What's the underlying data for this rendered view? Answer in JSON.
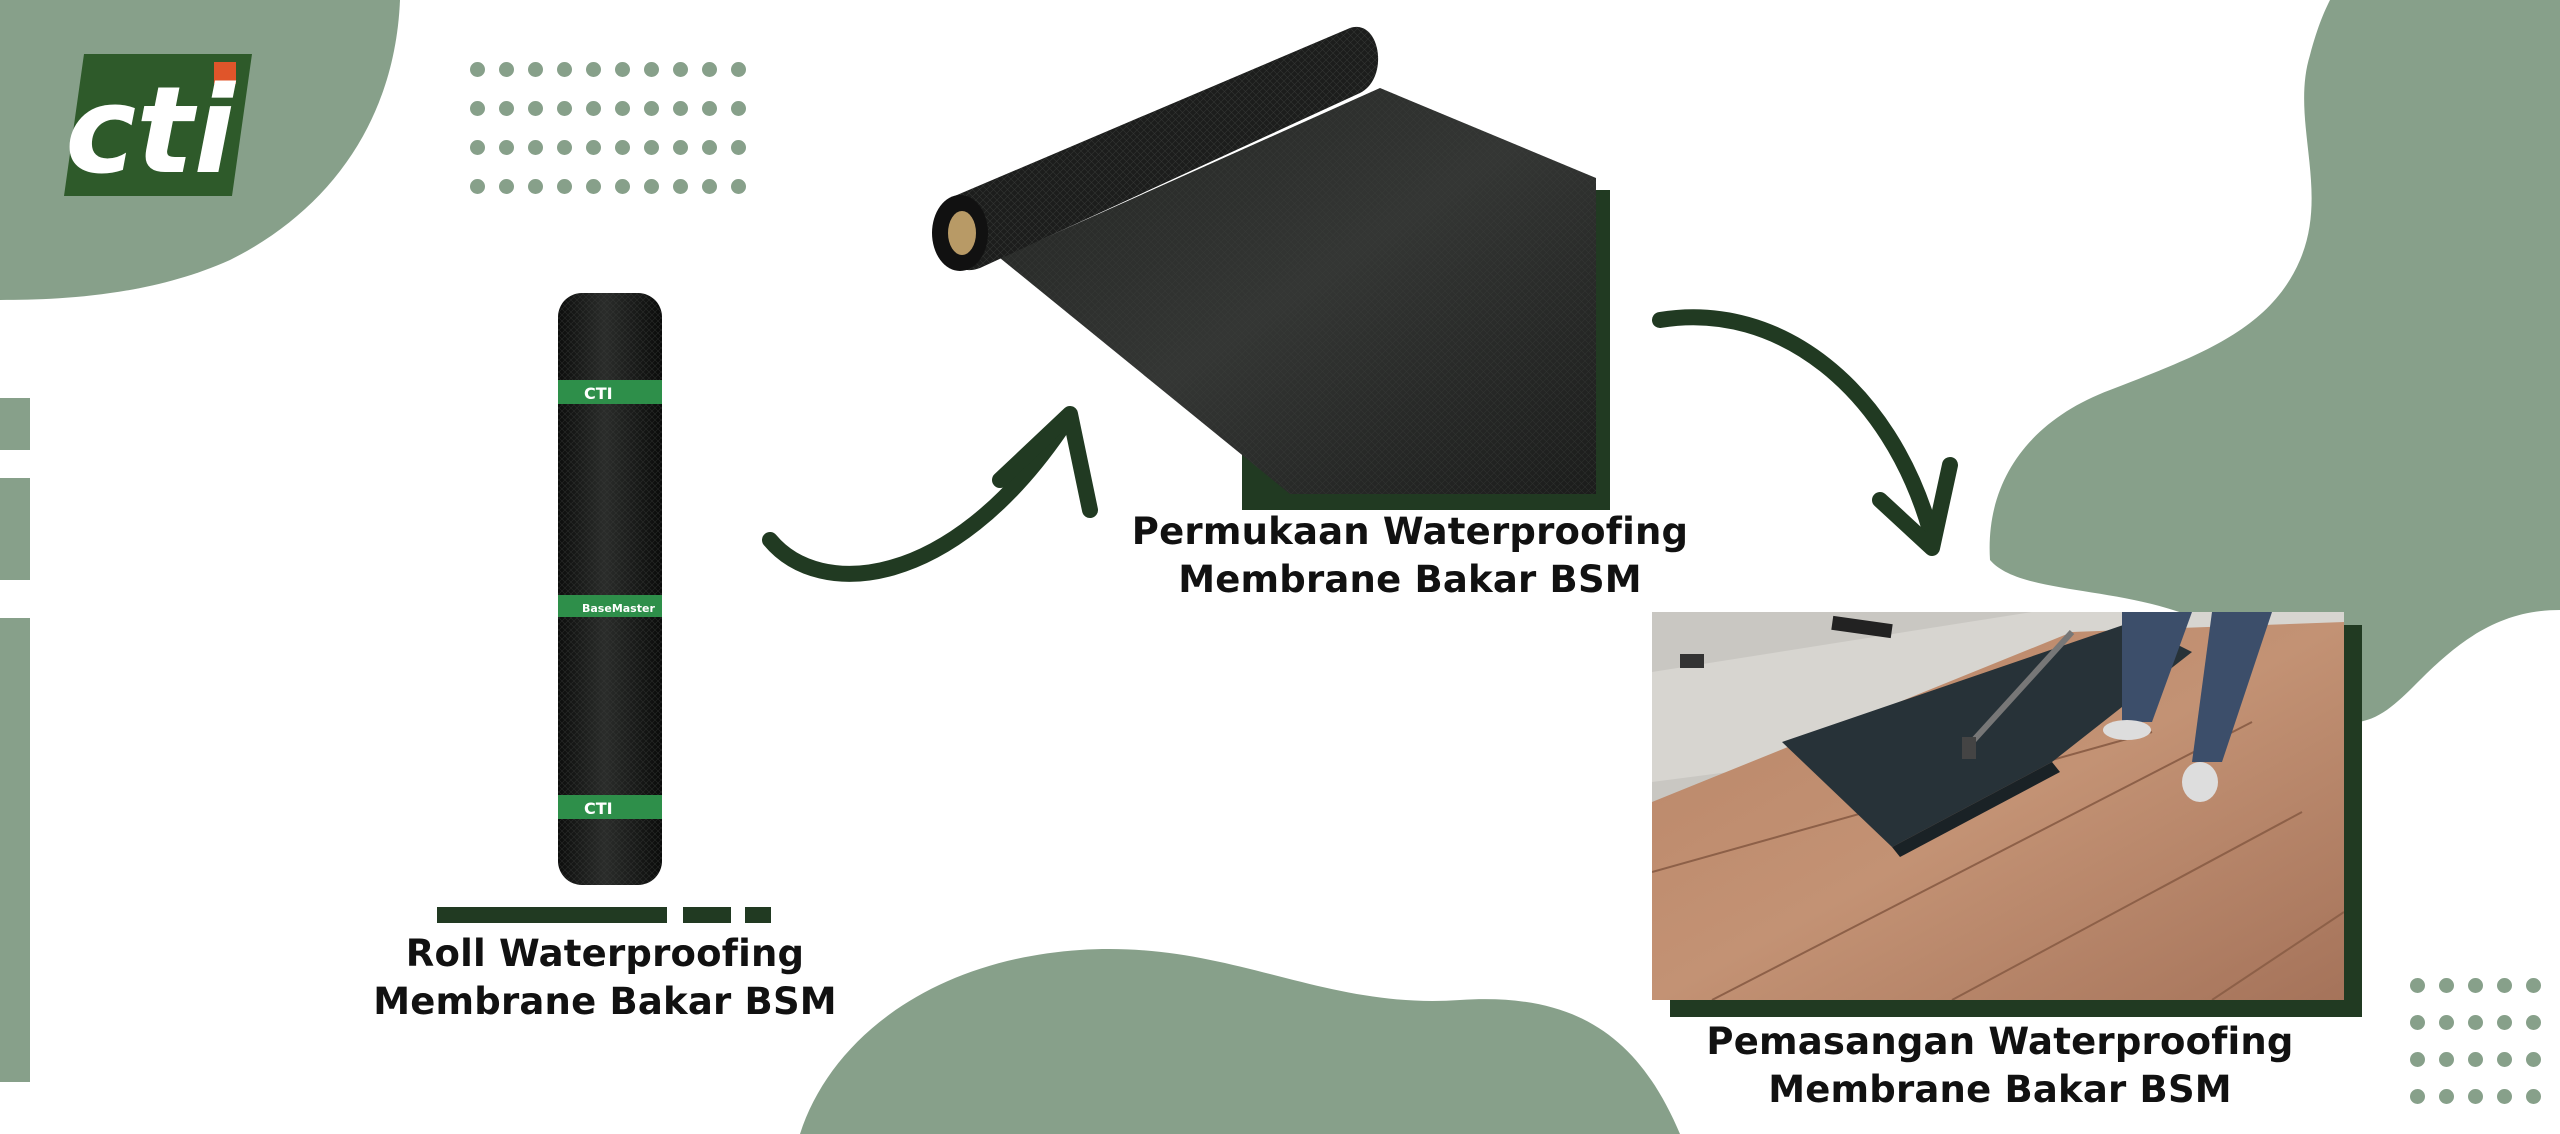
{
  "logo": {
    "text": "cti",
    "colors": {
      "green": "#2e5a2a",
      "accent": "#e0552a",
      "letter": "#ffffff"
    }
  },
  "captions": {
    "roll": {
      "line1": "Roll Waterproofing",
      "line2": "Membrane Bakar BSM"
    },
    "surface": {
      "line1": "Permukaan Waterproofing",
      "line2": "Membrane Bakar BSM"
    },
    "install": {
      "line1": "Pemasangan Waterproofing",
      "line2": "Membrane Bakar BSM"
    }
  },
  "roll_labels": {
    "brand": "CTI",
    "product": "BaseMaster"
  },
  "colors": {
    "sage": "#87a08a",
    "dark_green": "#213a22",
    "text": "#111111"
  }
}
